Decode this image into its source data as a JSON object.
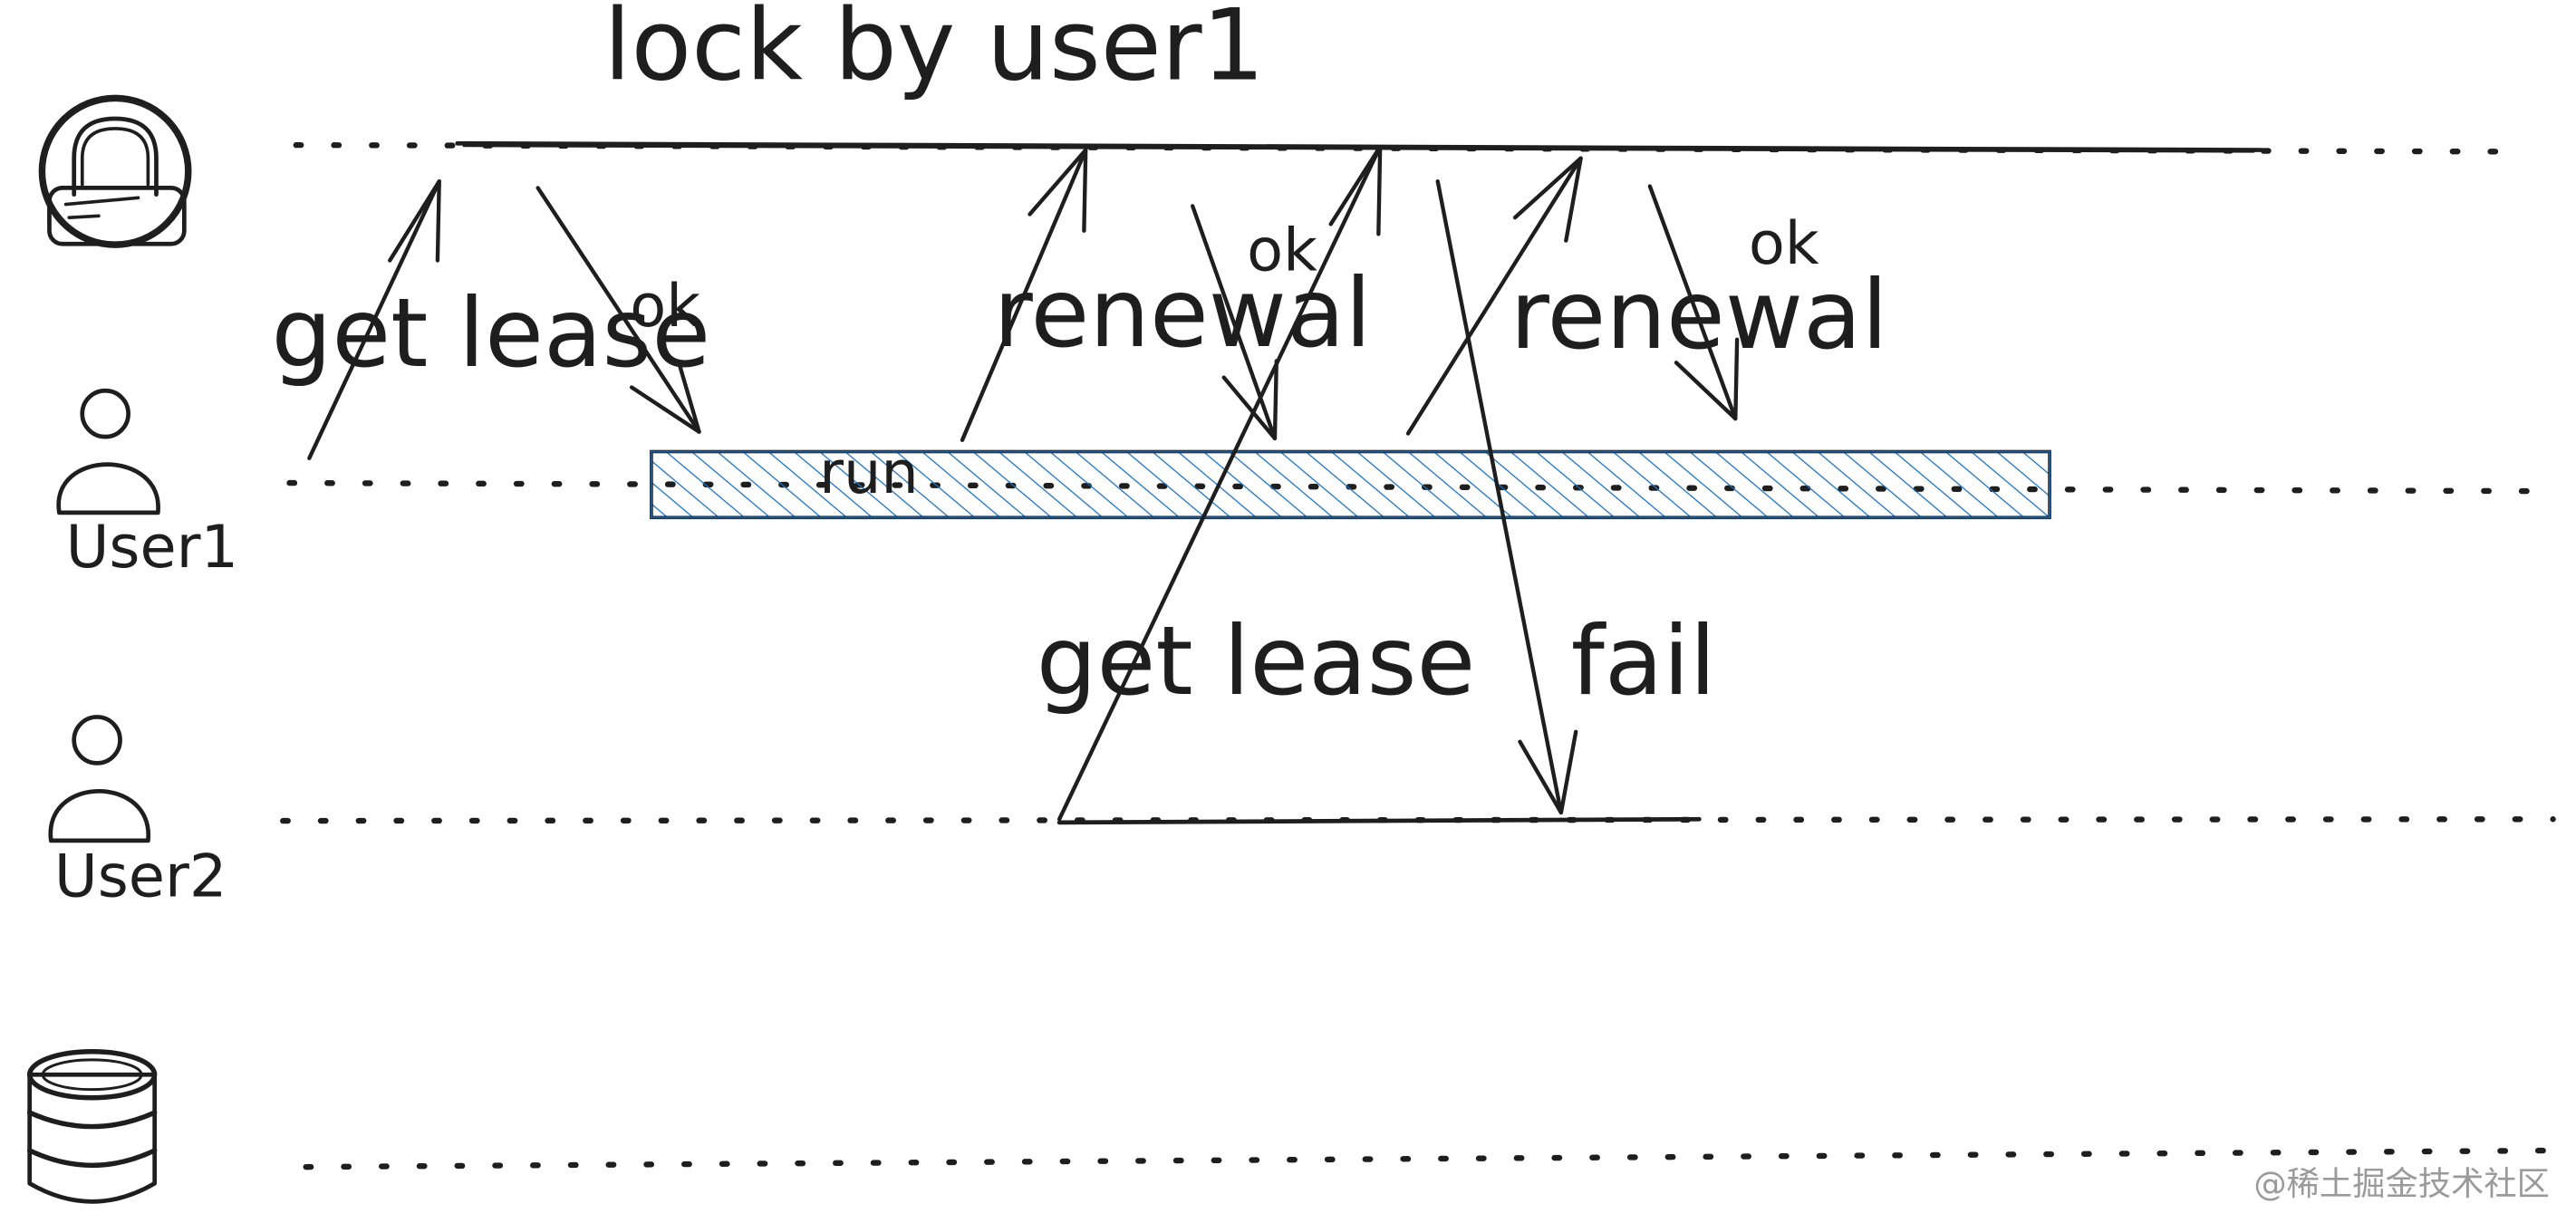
{
  "title": "lock by user1",
  "actors": {
    "user1": "User1",
    "user2": "User2"
  },
  "messages": {
    "get_lease_1": "get lease",
    "ok_1": "ok",
    "renewal_1": "renewal",
    "ok_2": "ok",
    "renewal_2": "renewal",
    "ok_3": "ok",
    "get_lease_2": "get lease",
    "fail": "fail"
  },
  "run_bar": {
    "label": "run",
    "color": "#1971c2"
  },
  "watermark": "@稀土掘金技术社区",
  "icons": {
    "lock": "lock-icon",
    "user1": "user-icon",
    "user2": "user-icon",
    "database": "database-icon"
  }
}
